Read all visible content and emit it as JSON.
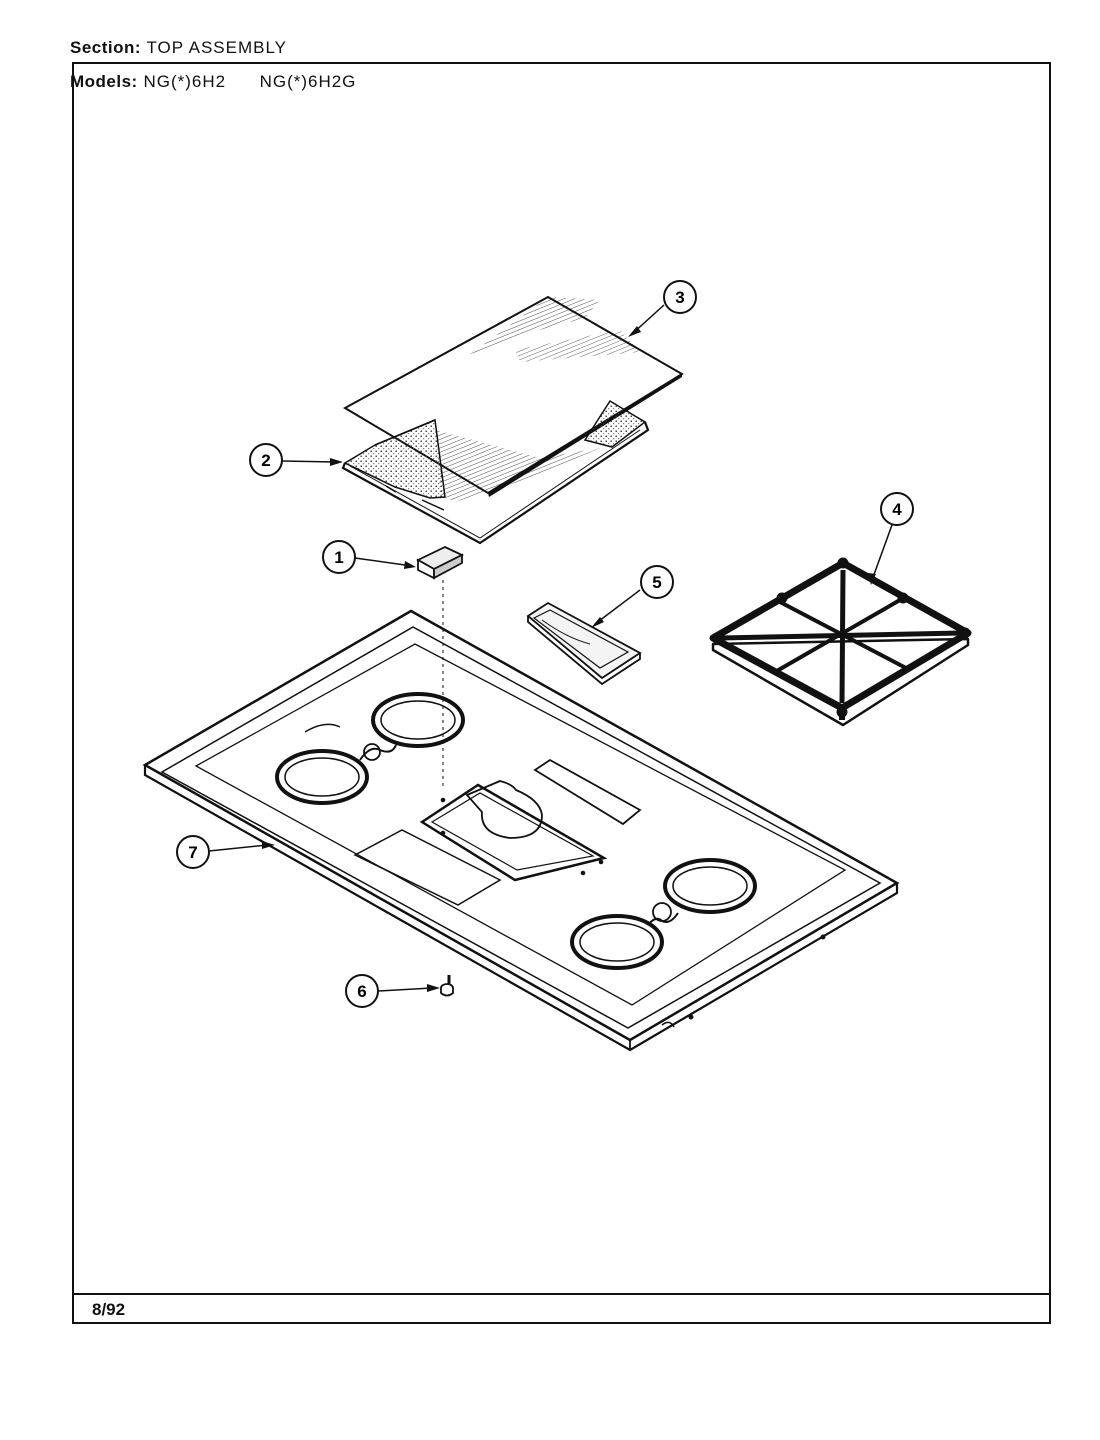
{
  "header": {
    "section_label": "Section:",
    "section_value": "TOP ASSEMBLY",
    "models_label": "Models:",
    "models": [
      "NG(*)6H2",
      "NG(*)6H2G"
    ]
  },
  "footer": {
    "date": "8/92"
  },
  "callouts": [
    {
      "number": "1",
      "part": "cap-insert"
    },
    {
      "number": "2",
      "part": "cover-tray"
    },
    {
      "number": "3",
      "part": "cover-lid"
    },
    {
      "number": "4",
      "part": "burner-grate"
    },
    {
      "number": "5",
      "part": "handle-trough"
    },
    {
      "number": "6",
      "part": "screw-plug"
    },
    {
      "number": "7",
      "part": "cooktop"
    }
  ]
}
